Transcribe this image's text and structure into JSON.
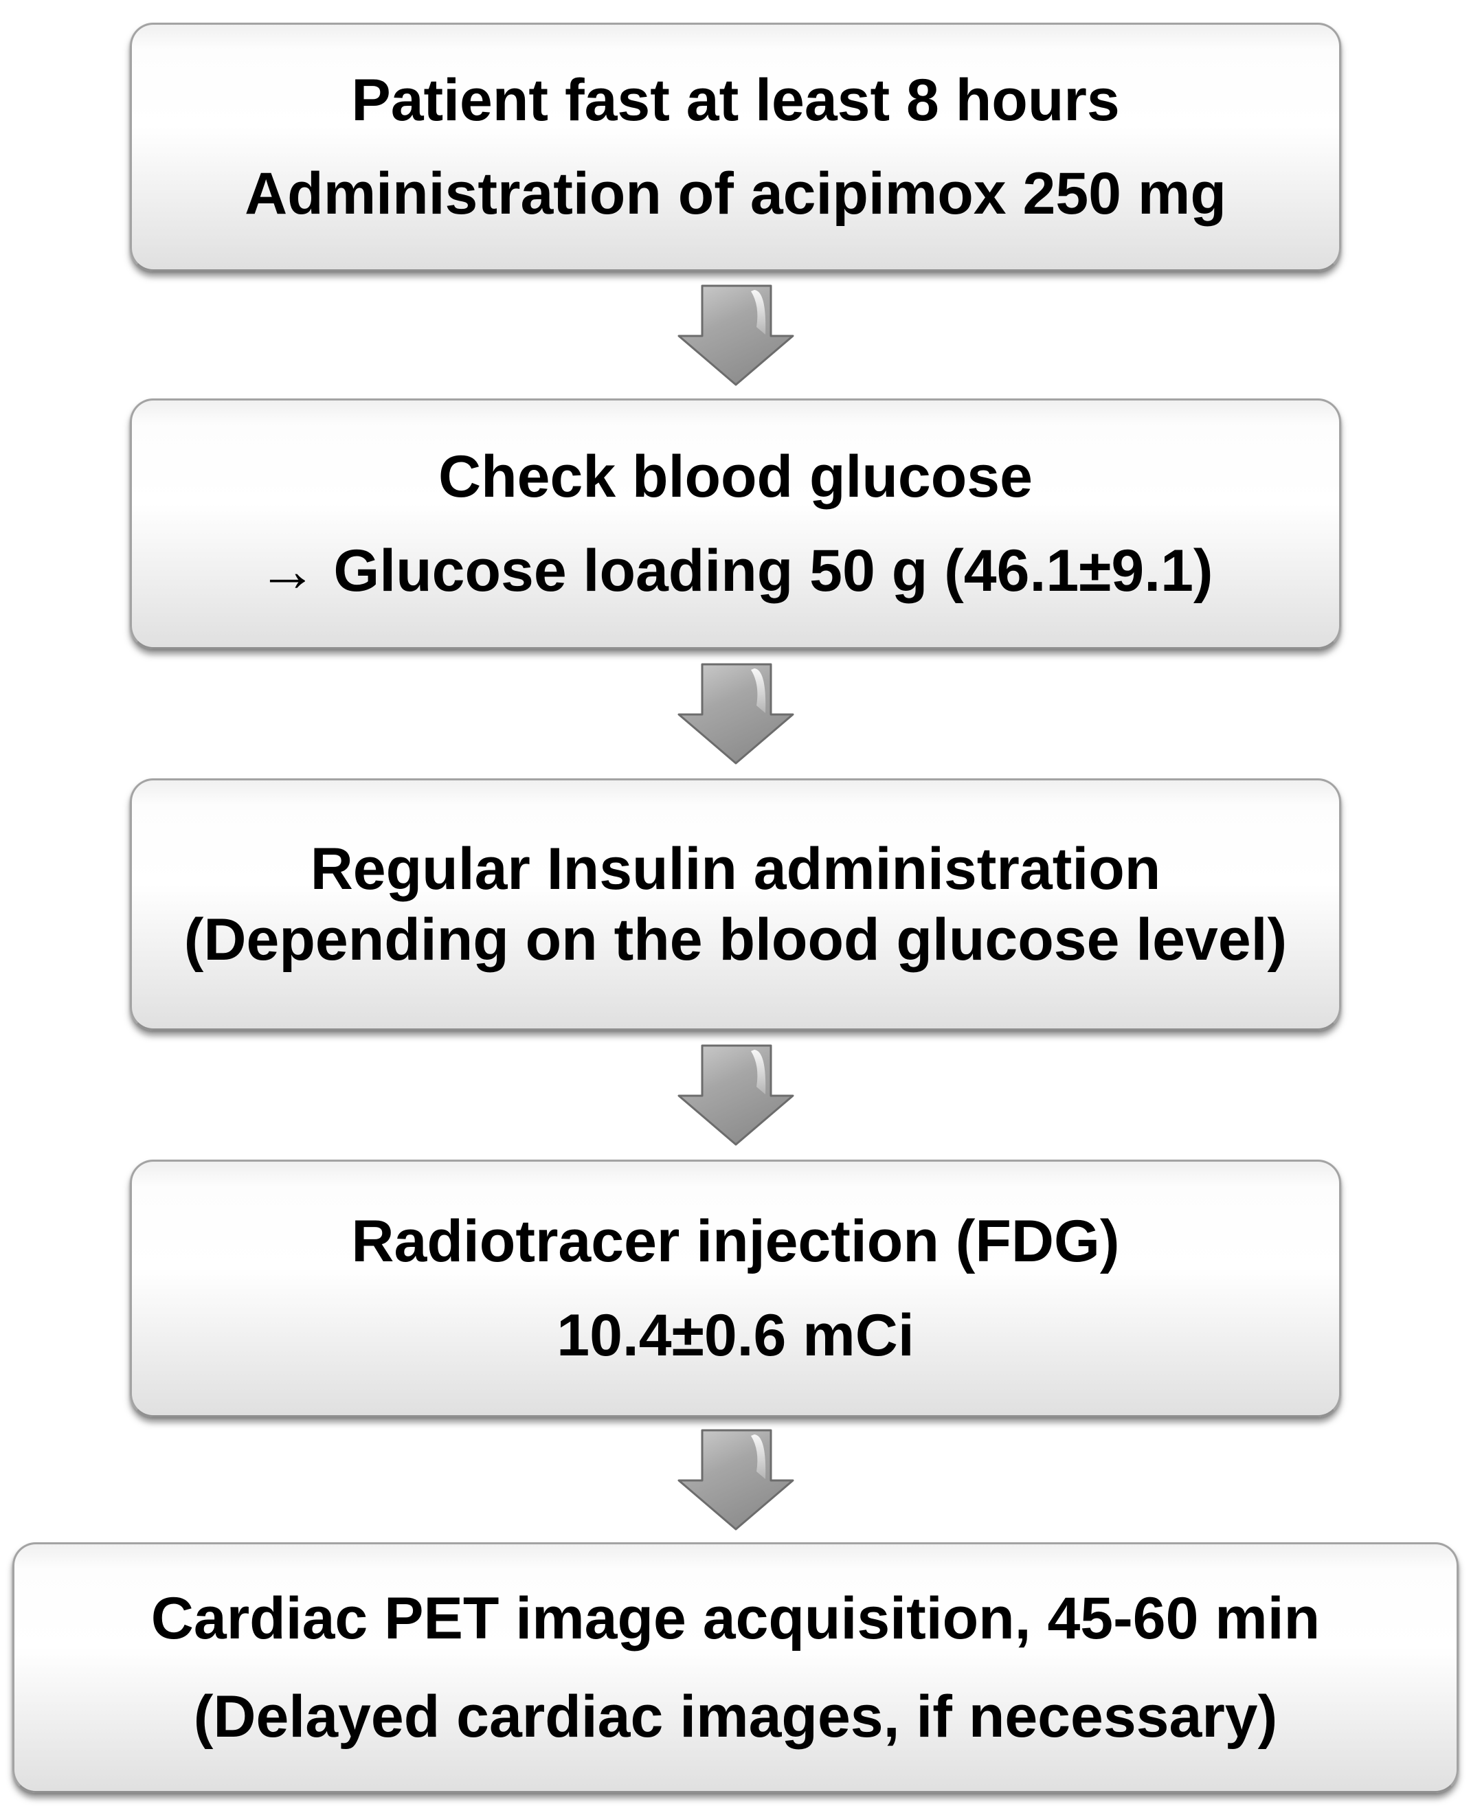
{
  "flowchart": {
    "title_semantic": "Cardiac FDG PET protocol flowchart",
    "steps": [
      {
        "id": "patient-preparation",
        "lines": [
          "Patient fast at least 8 hours",
          "Administration of acipimox 250 mg"
        ]
      },
      {
        "id": "glucose-check",
        "lines": [
          "Check blood glucose",
          "→ Glucose loading 50 g (46.1±9.1)"
        ]
      },
      {
        "id": "insulin-administration",
        "lines": [
          "Regular Insulin administration",
          "(Depending on the blood glucose level)"
        ]
      },
      {
        "id": "radiotracer-injection",
        "lines": [
          "Radiotracer injection (FDG)",
          "10.4±0.6 mCi"
        ]
      },
      {
        "id": "pet-acquisition",
        "lines": [
          "Cardiac PET image acquisition, 45-60 min",
          "(Delayed cardiac images, if necessary)"
        ]
      }
    ],
    "connectors": [
      {
        "icon": "down-arrow-icon"
      },
      {
        "icon": "down-arrow-icon"
      },
      {
        "icon": "down-arrow-icon"
      },
      {
        "icon": "down-arrow-icon"
      }
    ],
    "colors": {
      "background": "#ffffff",
      "box_border": "#a3a3a3",
      "box_gradient_top": "#f0f0f0",
      "box_gradient_middle": "#ffffff",
      "box_gradient_bottom": "#e0e0e0",
      "box_shadow": "rgba(75,75,75,0.55)",
      "arrow_light": "#cfcfcf",
      "arrow_mid": "#a6a6a6",
      "arrow_dark": "#8d8d8d",
      "arrow_outline": "#6c6c6c",
      "text": "#000000"
    }
  }
}
